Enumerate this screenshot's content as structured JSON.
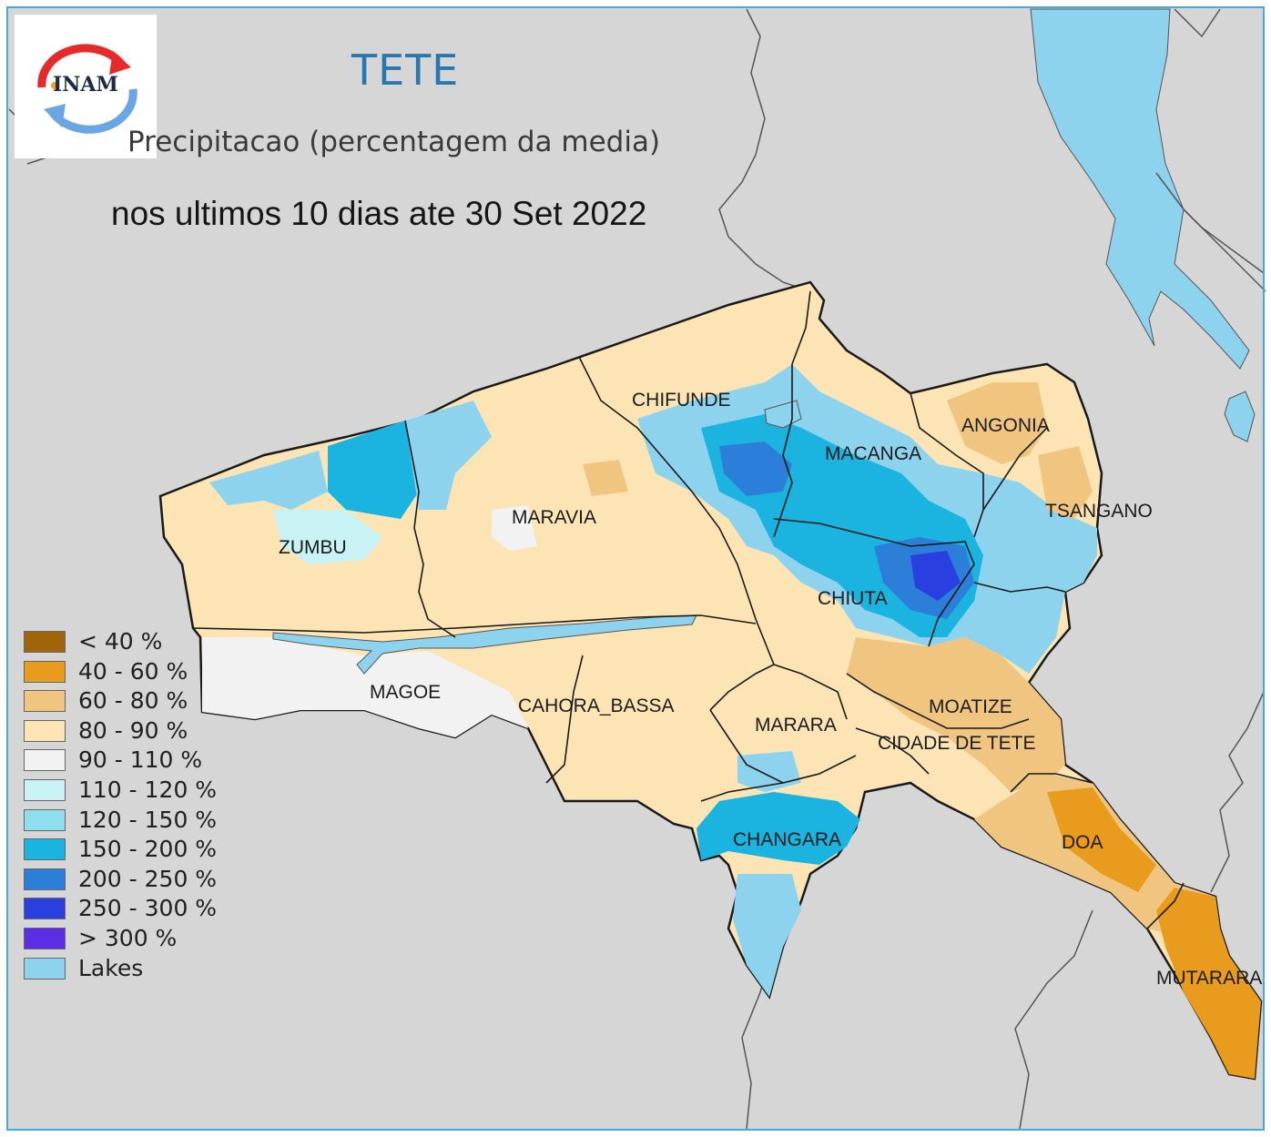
{
  "header": {
    "logo_text": "INAM",
    "title": "TETE",
    "subtitle": "Precipitacao (percentagem da media)",
    "period": "nos ultimos 10 dias ate 30 Set 2022"
  },
  "districts": [
    {
      "key": "chifunde",
      "name": "CHIFUNDE"
    },
    {
      "key": "angonia",
      "name": "ANGONIA"
    },
    {
      "key": "macanga",
      "name": "MACANGA"
    },
    {
      "key": "tsangano",
      "name": "TSANGANO"
    },
    {
      "key": "maravia",
      "name": "MARAVIA"
    },
    {
      "key": "zumbu",
      "name": "ZUMBU"
    },
    {
      "key": "chiuta",
      "name": "CHIUTA"
    },
    {
      "key": "magoe",
      "name": "MAGOE"
    },
    {
      "key": "cahora-bassa",
      "name": "CAHORA_BASSA"
    },
    {
      "key": "moatize",
      "name": "MOATIZE"
    },
    {
      "key": "marara",
      "name": "MARARA"
    },
    {
      "key": "cidade-de-tete",
      "name": "CIDADE DE TETE"
    },
    {
      "key": "changara",
      "name": "CHANGARA"
    },
    {
      "key": "doa",
      "name": "DOA"
    },
    {
      "key": "mutarara",
      "name": "MUTARARA"
    }
  ],
  "legend": {
    "items": [
      {
        "label": "< 40 %",
        "color": "#a0650a"
      },
      {
        "label": "40 - 60 %",
        "color": "#e89b1c"
      },
      {
        "label": "60 - 80 %",
        "color": "#f0c580"
      },
      {
        "label": "80 - 90 %",
        "color": "#fde4b5"
      },
      {
        "label": "90 - 110 %",
        "color": "#f2f2f2"
      },
      {
        "label": "110 - 120 %",
        "color": "#c8f2f4"
      },
      {
        "label": "120 - 150 %",
        "color": "#8fdeee"
      },
      {
        "label": "150 - 200 %",
        "color": "#1bb3df"
      },
      {
        "label": "200 - 250 %",
        "color": "#2c7fd9"
      },
      {
        "label": "250 - 300 %",
        "color": "#2a3fe0"
      },
      {
        "label": "> 300 %",
        "color": "#5b2ee6"
      },
      {
        "label": "Lakes",
        "color": "#8dd3ee"
      }
    ]
  },
  "colors": {
    "background": "#d6d6d6",
    "border": "#4aa8e0",
    "outline": "#1a1a1a"
  }
}
